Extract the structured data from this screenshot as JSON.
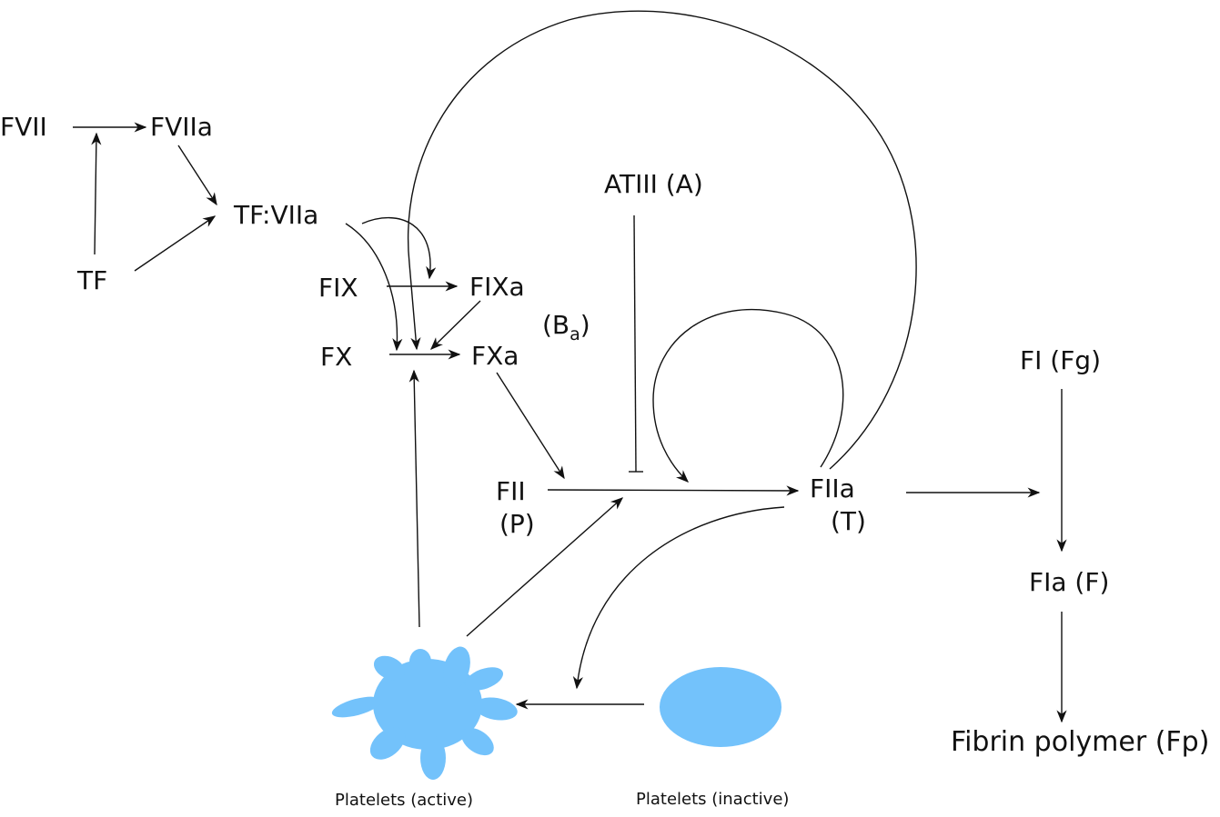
{
  "nodes": {
    "fvii": "FVII",
    "fviia": "FVIIa",
    "tf_viia": "TF:VIIa",
    "tf": "TF",
    "fix": "FIX",
    "fixa": "FIXa",
    "ba_open": "(B",
    "ba_sub": "a",
    "ba_close": ")",
    "fx": "FX",
    "fxa": "FXa",
    "atiii": "ATIII (A)",
    "fii": "FII",
    "fii_p": "(P)",
    "fiia": "FIIa",
    "fiia_t": "(T)",
    "fi_fg": "FI (Fg)",
    "fia_f": "FIa (F)",
    "fibrin": "Fibrin polymer (Fp)"
  },
  "platelets": {
    "active_label": "Platelets (active)",
    "inactive_label": "Platelets (inactive)",
    "color": "#73c2fb"
  }
}
